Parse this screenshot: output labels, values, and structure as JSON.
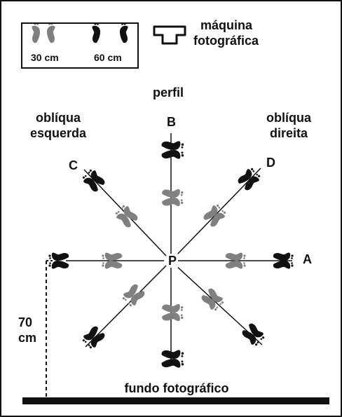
{
  "legend": {
    "near_label": "30 cm",
    "far_label": "60 cm"
  },
  "camera": {
    "label_line1": "máquina",
    "label_line2": "fotográfica"
  },
  "positions": {
    "center": "P",
    "a": "A",
    "b": "B",
    "c": "C",
    "d": "D",
    "profile": "perfil",
    "oblique_left_line1": "oblíqua",
    "oblique_left_line2": "esquerda",
    "oblique_right_line1": "oblíqua",
    "oblique_right_line2": "direita"
  },
  "height": {
    "line1": "70",
    "line2": "cm"
  },
  "background_label": "fundo fotográfico",
  "colors": {
    "near_feet": "#808080",
    "far_feet": "#111111",
    "ink": "#111111"
  }
}
